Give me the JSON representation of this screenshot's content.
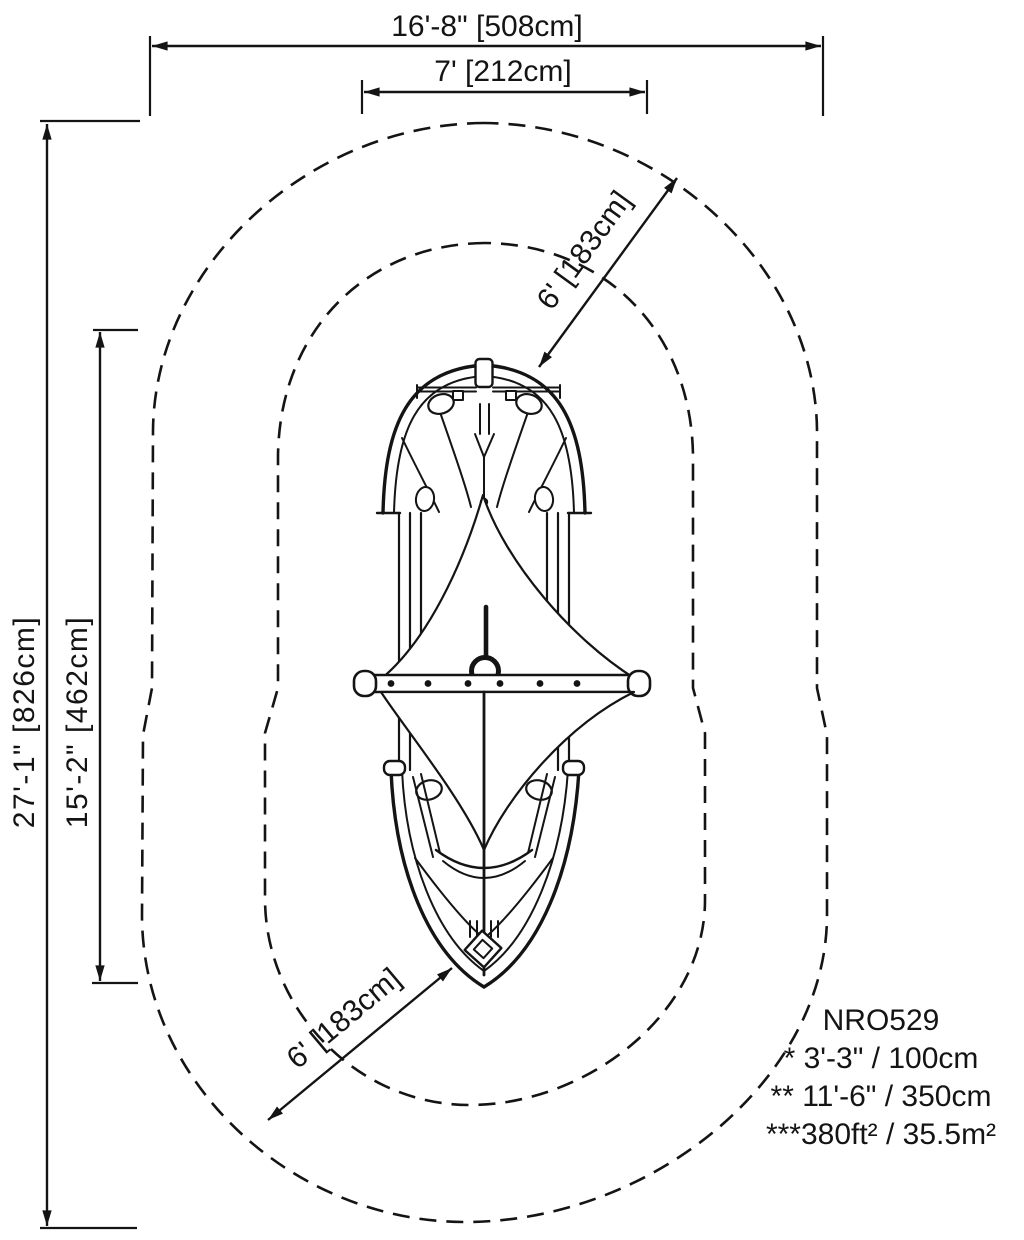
{
  "drawing": {
    "title": "NRO529 play structure plan view with use zone",
    "colors": {
      "ink": "#141414",
      "background": "#ffffff"
    },
    "dimensions": {
      "use_zone_width": "16'-8\" [508cm]",
      "structure_width": "7' [212cm]",
      "use_zone_length": "27'-1\" [826cm]",
      "structure_length": "15'-2\" [462cm]",
      "clearance_top": "6' [183cm]",
      "clearance_bottom": "6' [183cm]"
    },
    "notes": {
      "model": "NRO529",
      "note1": "* 3'-3\" / 100cm",
      "note2": "** 11'-6\" / 350cm",
      "note3": "***380ft² / 35.5m²"
    }
  }
}
